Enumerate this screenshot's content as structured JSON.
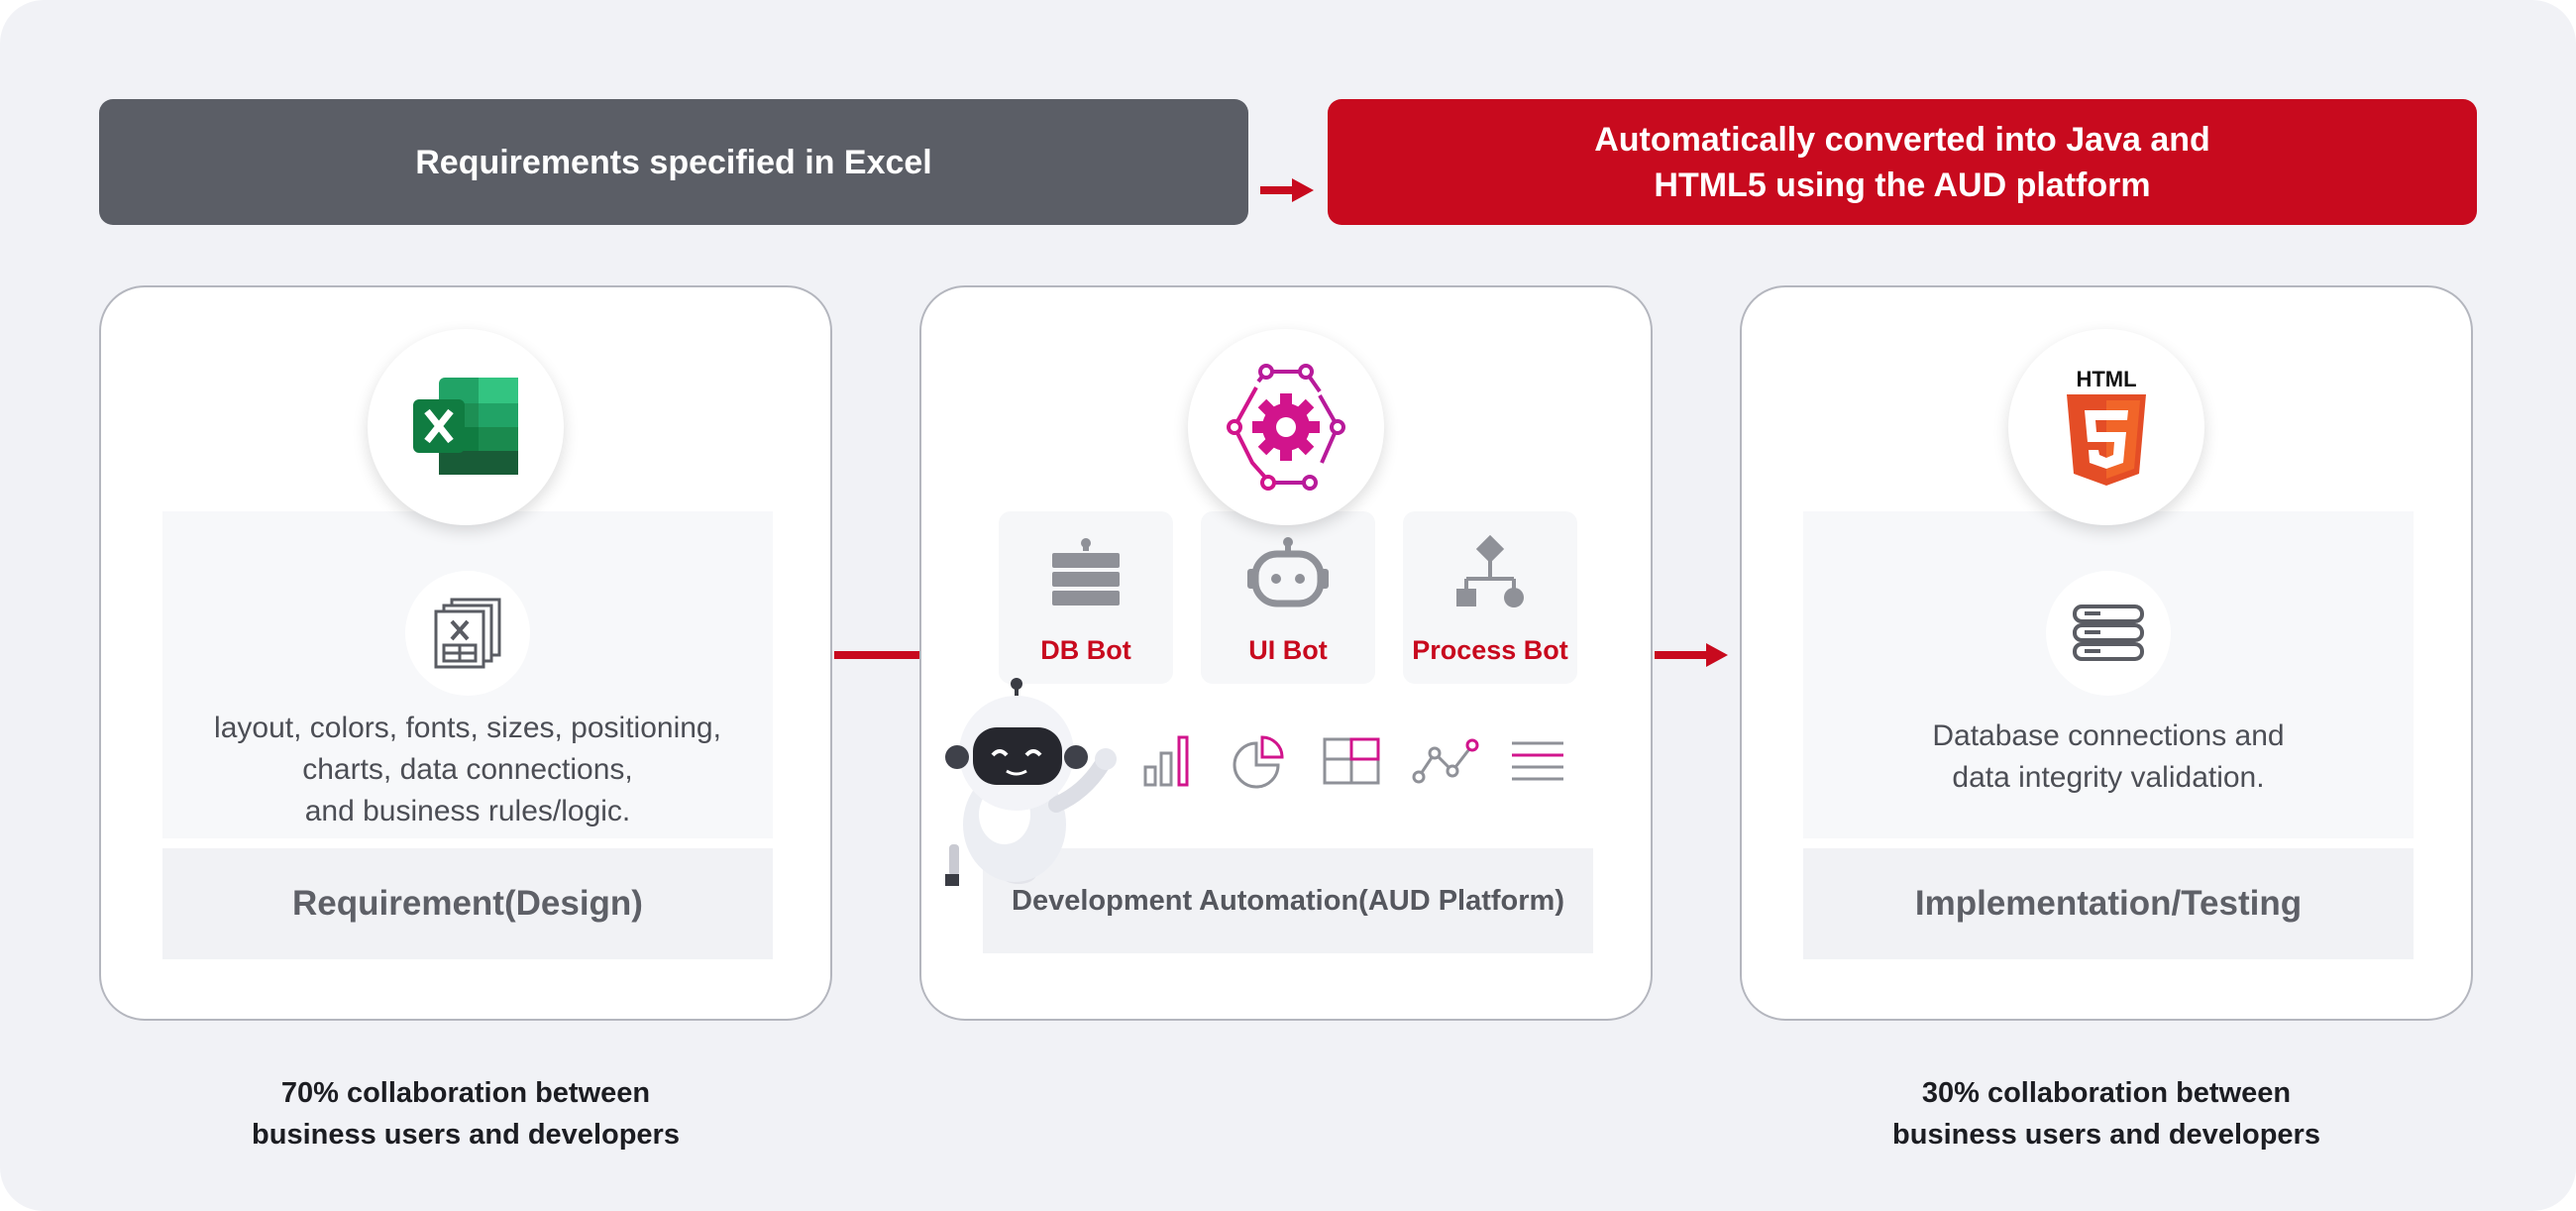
{
  "banners": {
    "left": "Requirements specified in Excel",
    "right_line1": "Automatically converted into Java and",
    "right_line2": "HTML5 using the AUD platform"
  },
  "requirement": {
    "desc_lines": [
      "layout, colors, fonts, sizes, positioning,",
      "charts, data connections,",
      "and business rules/logic."
    ],
    "label": "Requirement(Design)"
  },
  "development": {
    "bots": [
      "DB Bot",
      "UI Bot",
      "Process Bot"
    ],
    "label": "Development Automation(AUD Platform)"
  },
  "implementation": {
    "desc_lines": [
      "Database connections and",
      "data integrity validation."
    ],
    "label": "Implementation/Testing",
    "html_badge": "HTML"
  },
  "captions": {
    "left_line1": "70% collaboration between",
    "left_line2": "business users and developers",
    "right_line1": "30% collaboration between",
    "right_line2": "business users and developers"
  },
  "colors": {
    "accent_red": "#c80a1e",
    "banner_gray": "#5b5e66",
    "magenta": "#d1148c",
    "excel_green": "#1f7a45",
    "html5_orange": "#e44d26"
  }
}
